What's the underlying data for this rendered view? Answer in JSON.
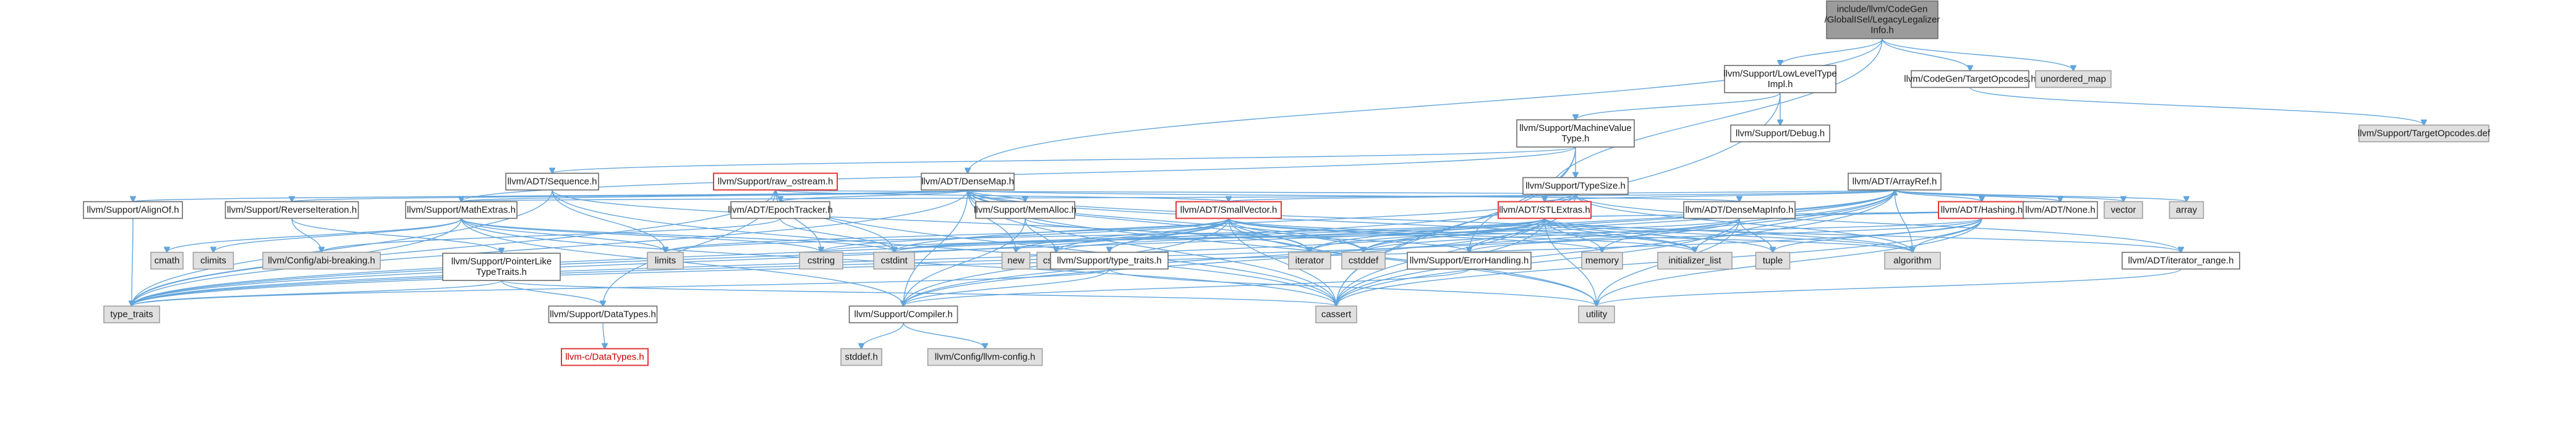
{
  "colors": {
    "edge": "#63a5dc",
    "root_fill": "#9b9b9b",
    "grey_fill": "#e0e0e0",
    "red_border": "#e3373a"
  },
  "nodes": [
    {
      "id": "root",
      "lines": [
        "include/llvm/CodeGen",
        "/GlobalISel/LegacyLegalizer",
        "Info.h"
      ],
      "style": "root"
    },
    {
      "id": "llt",
      "lines": [
        "llvm/Support/LowLevelType",
        "Impl.h"
      ],
      "style": "plain"
    },
    {
      "id": "targetopc",
      "lines": [
        "llvm/CodeGen/TargetOpcodes.h"
      ],
      "style": "plain"
    },
    {
      "id": "unordered_map",
      "lines": [
        "unordered_map"
      ],
      "style": "grey"
    },
    {
      "id": "mvt",
      "lines": [
        "llvm/Support/MachineValue",
        "Type.h"
      ],
      "style": "plain"
    },
    {
      "id": "debug",
      "lines": [
        "llvm/Support/Debug.h"
      ],
      "style": "plain"
    },
    {
      "id": "targetopcdef",
      "lines": [
        "llvm/Support/TargetOpcodes.def"
      ],
      "style": "grey"
    },
    {
      "id": "typesize",
      "lines": [
        "llvm/Support/TypeSize.h"
      ],
      "style": "plain"
    },
    {
      "id": "sequence",
      "lines": [
        "llvm/ADT/Sequence.h"
      ],
      "style": "plain"
    },
    {
      "id": "rawostream",
      "lines": [
        "llvm/Support/raw_ostream.h"
      ],
      "style": "red"
    },
    {
      "id": "densemap",
      "lines": [
        "llvm/ADT/DenseMap.h"
      ],
      "style": "plain"
    },
    {
      "id": "arrayref",
      "lines": [
        "llvm/ADT/ArrayRef.h"
      ],
      "style": "plain"
    },
    {
      "id": "alignof",
      "lines": [
        "llvm/Support/AlignOf.h"
      ],
      "style": "plain"
    },
    {
      "id": "reverseiter",
      "lines": [
        "llvm/Support/ReverseIteration.h"
      ],
      "style": "plain"
    },
    {
      "id": "mathextras",
      "lines": [
        "llvm/Support/MathExtras.h"
      ],
      "style": "plain"
    },
    {
      "id": "epochtracker",
      "lines": [
        "llvm/ADT/EpochTracker.h"
      ],
      "style": "plain"
    },
    {
      "id": "memalloc",
      "lines": [
        "llvm/Support/MemAlloc.h"
      ],
      "style": "plain"
    },
    {
      "id": "smallvector",
      "lines": [
        "llvm/ADT/SmallVector.h"
      ],
      "style": "red"
    },
    {
      "id": "stlextras",
      "lines": [
        "llvm/ADT/STLExtras.h"
      ],
      "style": "red"
    },
    {
      "id": "densemapinfo",
      "lines": [
        "llvm/ADT/DenseMapInfo.h"
      ],
      "style": "plain"
    },
    {
      "id": "hashing",
      "lines": [
        "llvm/ADT/Hashing.h"
      ],
      "style": "red"
    },
    {
      "id": "none",
      "lines": [
        "llvm/ADT/None.h"
      ],
      "style": "plain"
    },
    {
      "id": "vector",
      "lines": [
        "vector"
      ],
      "style": "grey"
    },
    {
      "id": "array",
      "lines": [
        "array"
      ],
      "style": "grey"
    },
    {
      "id": "cmath",
      "lines": [
        "cmath"
      ],
      "style": "grey"
    },
    {
      "id": "climits",
      "lines": [
        "climits"
      ],
      "style": "grey"
    },
    {
      "id": "abibreaking",
      "lines": [
        "llvm/Config/abi-breaking.h"
      ],
      "style": "grey"
    },
    {
      "id": "pointerlike",
      "lines": [
        "llvm/Support/PointerLike",
        "TypeTraits.h"
      ],
      "style": "plain"
    },
    {
      "id": "limits",
      "lines": [
        "limits"
      ],
      "style": "grey"
    },
    {
      "id": "cstring",
      "lines": [
        "cstring"
      ],
      "style": "grey"
    },
    {
      "id": "cstdint",
      "lines": [
        "cstdint"
      ],
      "style": "grey"
    },
    {
      "id": "new",
      "lines": [
        "new"
      ],
      "style": "grey"
    },
    {
      "id": "cstdlib",
      "lines": [
        "cstdlib"
      ],
      "style": "grey"
    },
    {
      "id": "typetraitsllvm",
      "lines": [
        "llvm/Support/type_traits.h"
      ],
      "style": "plain"
    },
    {
      "id": "iterator",
      "lines": [
        "iterator"
      ],
      "style": "grey"
    },
    {
      "id": "cstddef",
      "lines": [
        "cstddef"
      ],
      "style": "grey"
    },
    {
      "id": "errorhandling",
      "lines": [
        "llvm/Support/ErrorHandling.h"
      ],
      "style": "plain"
    },
    {
      "id": "memory",
      "lines": [
        "memory"
      ],
      "style": "grey"
    },
    {
      "id": "initlist",
      "lines": [
        "initializer_list"
      ],
      "style": "grey"
    },
    {
      "id": "tuple",
      "lines": [
        "tuple"
      ],
      "style": "grey"
    },
    {
      "id": "algorithm",
      "lines": [
        "algorithm"
      ],
      "style": "grey"
    },
    {
      "id": "iterrange",
      "lines": [
        "llvm/ADT/iterator_range.h"
      ],
      "style": "plain"
    },
    {
      "id": "typetraits",
      "lines": [
        "type_traits"
      ],
      "style": "grey"
    },
    {
      "id": "datatypes",
      "lines": [
        "llvm/Support/DataTypes.h"
      ],
      "style": "plain"
    },
    {
      "id": "compiler",
      "lines": [
        "llvm/Support/Compiler.h"
      ],
      "style": "plain"
    },
    {
      "id": "cassert",
      "lines": [
        "cassert"
      ],
      "style": "grey"
    },
    {
      "id": "utility",
      "lines": [
        "utility"
      ],
      "style": "grey"
    },
    {
      "id": "cdatatypes",
      "lines": [
        "llvm-c/DataTypes.h"
      ],
      "style": "red"
    },
    {
      "id": "stddef",
      "lines": [
        "stddef.h"
      ],
      "style": "grey"
    },
    {
      "id": "llvmconfig",
      "lines": [
        "llvm/Config/llvm-config.h"
      ],
      "style": "grey"
    }
  ]
}
